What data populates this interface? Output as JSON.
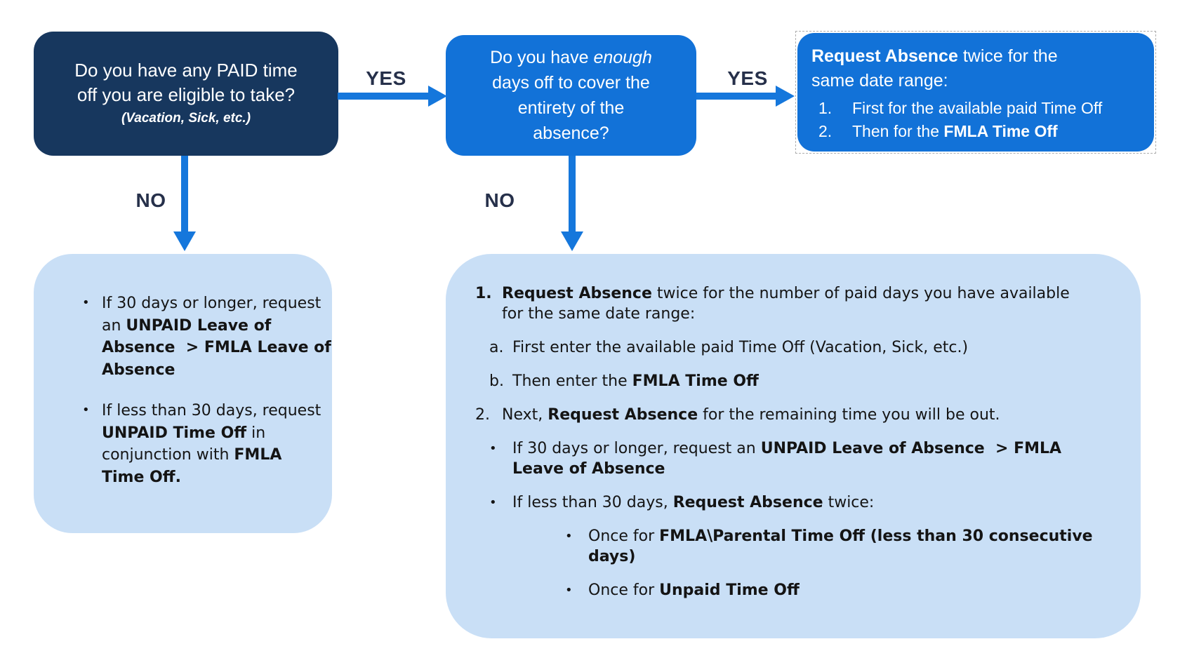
{
  "colors": {
    "navy": "#17375E",
    "blue": "#1272D8",
    "light_blue": "#C9DFF6",
    "arrow": "#1577DC",
    "label": "#26304A",
    "ink": "#141414",
    "dotted": "#ADADAD"
  },
  "labels": {
    "yes_top": "YES",
    "yes_right": "YES",
    "no_left": "NO",
    "no_middle": "NO"
  },
  "nodes": {
    "paid_question": {
      "text": [
        {
          "t": "Do you have any PAID time\noff you are eligible to take?"
        }
      ],
      "subtext": [
        {
          "t": "(Vacation, Sick, etc.)",
          "b": true,
          "i": true
        }
      ]
    },
    "enough_question": {
      "text": [
        {
          "t": "Do you have "
        },
        {
          "t": "enough",
          "i": true
        },
        {
          "t": "\ndays off to cover the\nentirety of the\nabsence?"
        }
      ]
    },
    "both_yes_outcome": {
      "intro": [
        {
          "t": "Request Absence",
          "b": true
        },
        {
          "t": " twice for the\nsame date range:"
        }
      ],
      "items": [
        {
          "marker": "1.",
          "segs": [
            {
              "t": "First for the available paid Time Off"
            }
          ]
        },
        {
          "marker": "2.",
          "segs": [
            {
              "t": "Then for the "
            },
            {
              "t": "FMLA Time Off",
              "b": true
            }
          ]
        }
      ]
    },
    "no_paid_outcome": {
      "items": [
        {
          "marker": "•",
          "segs": [
            {
              "t": "If 30 days or longer, request\nan "
            },
            {
              "t": "UNPAID Leave of\nAbsence  > FMLA Leave of\nAbsence",
              "b": true
            }
          ]
        },
        {
          "marker": "•",
          "segs": [
            {
              "t": "If less than 30 days, request\n"
            },
            {
              "t": "UNPAID Time Off",
              "b": true
            },
            {
              "t": " in\nconjunction with "
            },
            {
              "t": "FMLA\nTime Off.",
              "b": true
            }
          ]
        }
      ]
    },
    "not_enough_outcome": {
      "items": [
        {
          "marker": "1.",
          "level": 1,
          "segs": [
            {
              "t": "Request Absence",
              "b": true
            },
            {
              "t": " twice for the number of paid days you have available\nfor the same date range:"
            }
          ]
        },
        {
          "marker": "a.",
          "level": 2,
          "segs": [
            {
              "t": "First enter the available paid Time Off (Vacation, Sick, etc.)"
            }
          ]
        },
        {
          "marker": "b.",
          "level": 2,
          "segs": [
            {
              "t": "Then enter the "
            },
            {
              "t": "FMLA Time Off",
              "b": true
            }
          ]
        },
        {
          "marker": "2.",
          "level": 1,
          "segs": [
            {
              "t": "Next, "
            },
            {
              "t": "Request Absence",
              "b": true
            },
            {
              "t": " for the remaining time you will be out."
            }
          ]
        },
        {
          "marker": "•",
          "level": 2,
          "segs": [
            {
              "t": "If 30 days or longer, request an "
            },
            {
              "t": "UNPAID Leave of Absence  > FMLA\nLeave of Absence",
              "b": true
            }
          ]
        },
        {
          "marker": "•",
          "level": 2,
          "segs": [
            {
              "t": "If less than 30 days, "
            },
            {
              "t": "Request Absence",
              "b": true
            },
            {
              "t": " twice:"
            }
          ]
        },
        {
          "marker": "•",
          "level": 3,
          "segs": [
            {
              "t": "Once for "
            },
            {
              "t": "FMLA\\Parental Time Off (less than 30 consecutive\ndays)",
              "b": true
            }
          ]
        },
        {
          "marker": "•",
          "level": 3,
          "segs": [
            {
              "t": "Once for "
            },
            {
              "t": "Unpaid Time Off",
              "b": true
            }
          ]
        }
      ]
    }
  }
}
